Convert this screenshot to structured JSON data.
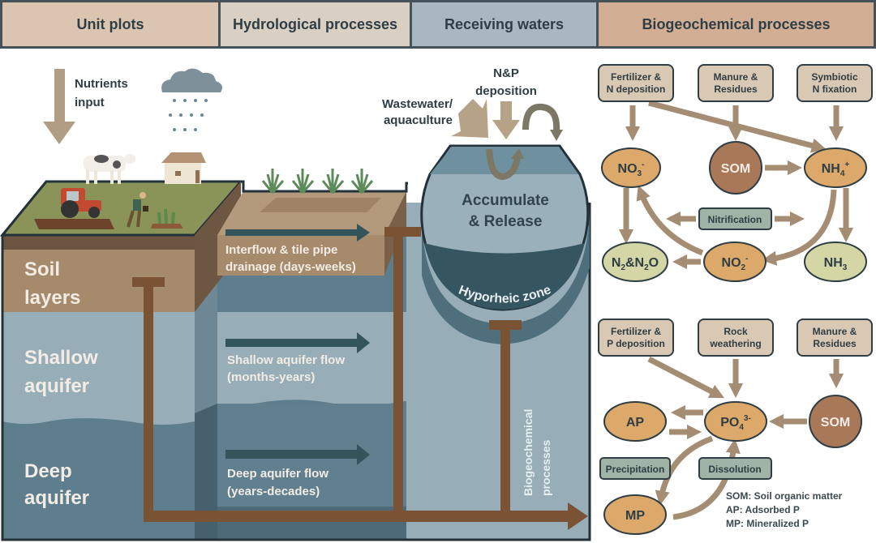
{
  "header": {
    "sections": [
      {
        "label": "Unit plots",
        "color": "#dbc5b1"
      },
      {
        "label": "Hydrological processes",
        "color": "#d9cfc3"
      },
      {
        "label": "Receiving waters",
        "color": "#a9b8c0"
      },
      {
        "label": "Biogeochemical processes",
        "color": "#d2af94"
      }
    ]
  },
  "landscape": {
    "nutrients_input": [
      "Nutrients",
      "input"
    ],
    "layers": {
      "soil": [
        "Soil",
        "layers"
      ],
      "shallow": [
        "Shallow",
        "aquifer"
      ],
      "deep": [
        "Deep",
        "aquifer"
      ]
    },
    "flows": {
      "interflow": [
        "Interflow & tile pipe",
        "drainage (days-weeks)"
      ],
      "shallow": [
        "Shallow aquifer flow",
        "(months-years)"
      ],
      "deep": [
        "Deep aquifer flow",
        "(years-decades)"
      ]
    },
    "receiving": {
      "wastewater": [
        "Wastewater/",
        "aquaculture"
      ],
      "deposition": [
        "N&P",
        "deposition"
      ],
      "accumulate": [
        "Accumulate",
        "& Release"
      ],
      "hyporheic": "Hyporheic zone",
      "biogeo": [
        "Biogeochemical",
        "processes"
      ]
    }
  },
  "nitrogen_cycle": {
    "sources": [
      "Fertilizer &|N deposition",
      "Manure &|Residues",
      "Symbiotic|N fixation"
    ],
    "nodes": {
      "no3": {
        "base": "NO",
        "sub": "3",
        "sup": "-"
      },
      "som": "SOM",
      "nh4": {
        "base": "NH",
        "sub": "4",
        "sup": "+"
      },
      "n2": {
        "a": "N",
        "sub1": "2",
        "b": "&N",
        "sub2": "2",
        "c": "O"
      },
      "no2": {
        "base": "NO",
        "sub": "2",
        "sup": "-"
      },
      "nh3": {
        "base": "NH",
        "sub": "3"
      }
    },
    "process": "Nitrification"
  },
  "phosphorus_cycle": {
    "sources": [
      "Fertilizer &|P deposition",
      "Rock|weathering",
      "Manure &|Residues"
    ],
    "nodes": {
      "ap": "AP",
      "po4": {
        "base": "PO",
        "sub": "4",
        "sup": "3-"
      },
      "som": "SOM",
      "mp": "MP"
    },
    "processes": [
      "Precipitation",
      "Dissolution"
    ],
    "legend": [
      "SOM: Soil organic matter",
      "AP: Adsorbed P",
      "MP: Mineralized P"
    ]
  },
  "colors": {
    "arrow_tan": "#a48d73",
    "flow_arrow": "#34545c",
    "pipe": "#7a5234",
    "source_box": "#d9c8b4",
    "orange_node": "#dca96a",
    "som_node": "#a87858",
    "green_node": "#d5d6a6",
    "process_box": "#9fb4a6"
  }
}
